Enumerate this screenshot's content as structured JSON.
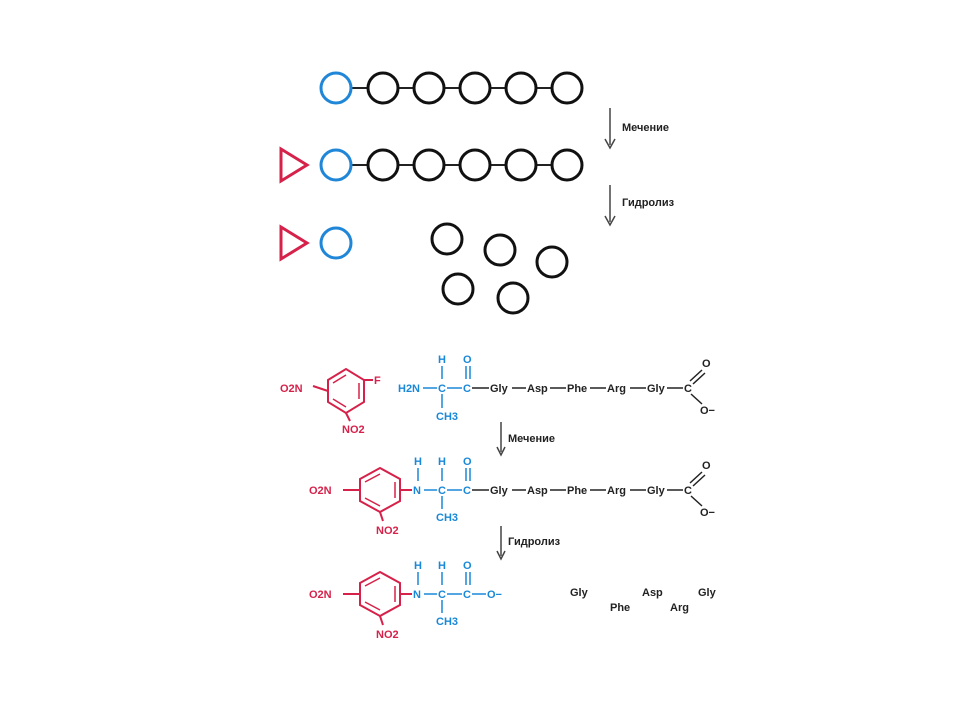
{
  "steps": {
    "labeling": "Мечение",
    "hydrolysis": "Гидролиз"
  },
  "colors": {
    "nterm": "#1f86d8",
    "residue": "#111111",
    "label": "#d6224a",
    "arrow": "#444444"
  },
  "reagent": {
    "left_group": "O2N",
    "fluoro": "F",
    "bottom_group": "NO2"
  },
  "ala": {
    "h_alpha": "H",
    "n_h": "H",
    "amine": "H2N",
    "n": "N",
    "c_alpha": "C",
    "carbonyl_c": "C",
    "carbonyl_o": "O",
    "methyl": "CH3",
    "carboxylate": "O−"
  },
  "chain": [
    "Gly",
    "Asp",
    "Phe",
    "Arg",
    "Gly"
  ],
  "terminal": {
    "c": "C",
    "o_top": "O",
    "o_bottom": "O−"
  },
  "free_residues": {
    "top": [
      "Gly",
      "Asp",
      "Gly"
    ],
    "bottom": [
      "Phe",
      "Arg"
    ]
  }
}
